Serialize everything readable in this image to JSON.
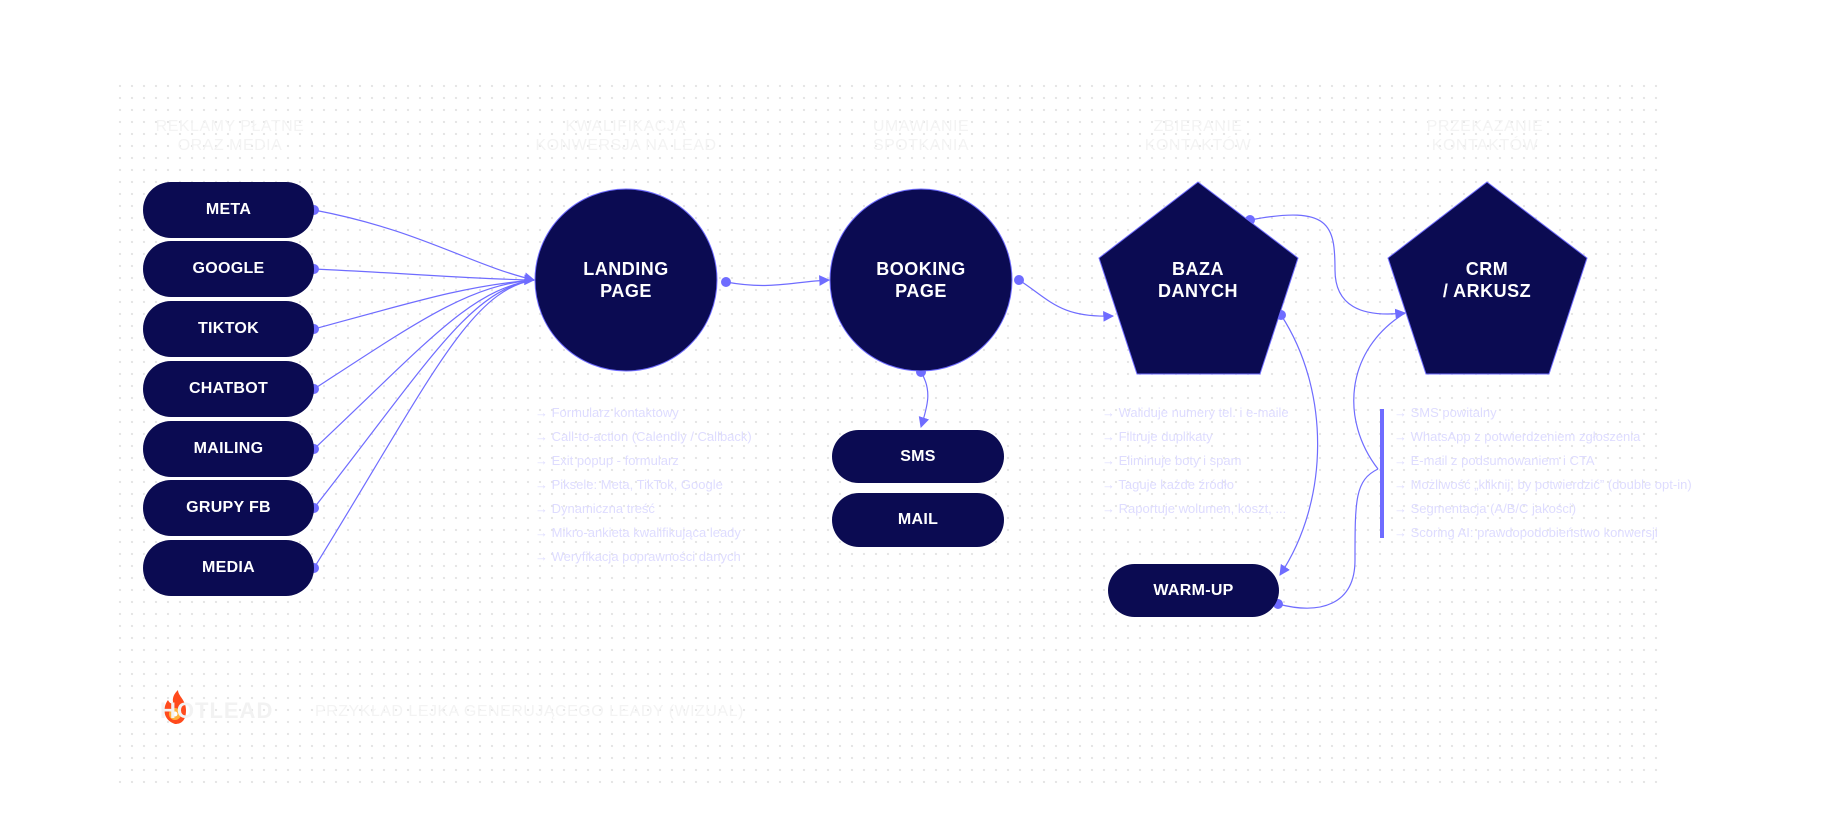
{
  "headers": {
    "sources": [
      "REKLAMY PŁATNE",
      "ORAZ MEDIA"
    ],
    "landing": [
      "KWALIFIKACJA",
      "KONWERSJA NA LEAD"
    ],
    "booking": [
      "UMAWIANIE",
      "SPOTKANIA"
    ],
    "database": [
      "ZBIERANIE",
      "KONTAKTÓW"
    ],
    "crm": [
      "PRZEKAZANIE",
      "KONTAKTÓW"
    ]
  },
  "sources": [
    "META",
    "GOOGLE",
    "TIKTOK",
    "CHATBOT",
    "MAILING",
    "GRUPY FB",
    "MEDIA"
  ],
  "nodes": {
    "landing": [
      "LANDING",
      "PAGE"
    ],
    "booking": [
      "BOOKING",
      "PAGE"
    ],
    "database": [
      "BAZA",
      "DANYCH"
    ],
    "crm": [
      "CRM",
      "/ ARKUSZ"
    ],
    "sms": "SMS",
    "mail": "MAIL",
    "warmup": "WARM-UP"
  },
  "landing_bullets": [
    "→ Formularz kontaktowy",
    "→ Call-to-action (Calendly / Callback)",
    "→ Exit popup - formularz",
    "→ Piksele: Meta, TikTok, Google",
    "→ Dynamiczna treść",
    "→ Mikro-ankieta kwalifikująca leady",
    "→ Weryfikacja poprawności danych"
  ],
  "database_bullets": [
    "→ Waliduje numery tel. i e-maile",
    "→ Filtruje duplikaty",
    "→ Eliminuje boty i spam",
    "→ Taguje każde źródło",
    "→ Raportuje wolumen, koszt, ..."
  ],
  "crm_bullets": [
    "→ SMS powitalny",
    "→ WhatsApp z potwierdzeniem zgłoszenia",
    "→ E-mail z podsumowaniem i CTA",
    "→ Możliwość „kliknij, by potwierdzić” (double opt-in)",
    "→ Segmentacja (A/B/C jakości)",
    "→ Scoring AI: prawdopodobieństwo konwersji"
  ],
  "footer": {
    "logo": "HOTLEAD",
    "caption": "PRZYKŁAD LEJKA GENERUJĄCEGO LEADY (WIZUAL)"
  },
  "colors": {
    "navy": "#0b0b52",
    "accent": "#6f6cff",
    "bullet_text": "#dedcff"
  }
}
